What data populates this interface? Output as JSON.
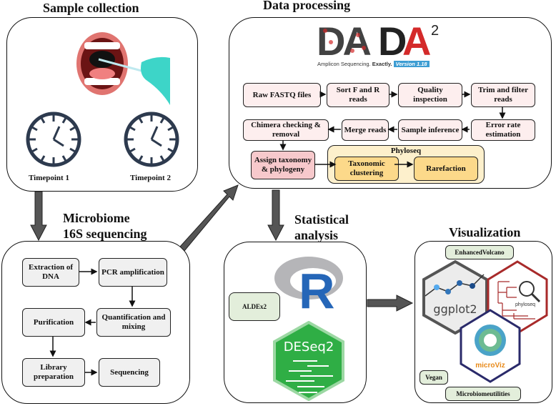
{
  "sections": {
    "sample_collection": {
      "title": "Sample collection",
      "timepoints": [
        "Timepoint 1",
        "Timepoint 2"
      ]
    },
    "data_processing": {
      "title": "Data processing",
      "logo": {
        "name": "DADA",
        "superscript": "2",
        "tagline": "Amplicon Sequencing.",
        "tagline_bold": "Exactly.",
        "version": "Version 1.18"
      },
      "steps": [
        "Raw FASTQ files",
        "Sort F and R reads",
        "Quality inspection",
        "Trim and filter reads",
        "Error rate estimation",
        "Sample inference",
        "Merge reads",
        "Chimera checking & removal",
        "Assign taxonomy & phylogeny"
      ],
      "phyloseq": {
        "label": "Phyloseq",
        "steps": [
          "Taxonomic clustering",
          "Rarefaction"
        ]
      }
    },
    "sequencing": {
      "title_line1": "Microbiome",
      "title_line2": "16S sequencing",
      "steps": [
        "Extraction of DNA",
        "PCR amplification",
        "Quantification and mixing",
        "Purification",
        "Library preparation",
        "Sequencing"
      ]
    },
    "statistical": {
      "title_line1": "Statistical",
      "title_line2": "analysis",
      "tools": [
        "ALDEx2"
      ],
      "logos": [
        "R",
        "DESeq2"
      ]
    },
    "visualization": {
      "title": "Visualization",
      "tools": [
        "EnhancedVolcano",
        "Vegan",
        "Microbiomeutilities"
      ],
      "logos": [
        "ggplot2",
        "phyloseq",
        "microViz"
      ]
    }
  },
  "colors": {
    "pipeline_box": "#fdeeee",
    "assign_box": "#f7c9cc",
    "phyloseq_bg": "#fdf0cc",
    "phyloseq_box": "#fcd98a",
    "seq_box": "#f0f0f0",
    "tool_box": "#e3eedb",
    "arrow": "#555555"
  }
}
